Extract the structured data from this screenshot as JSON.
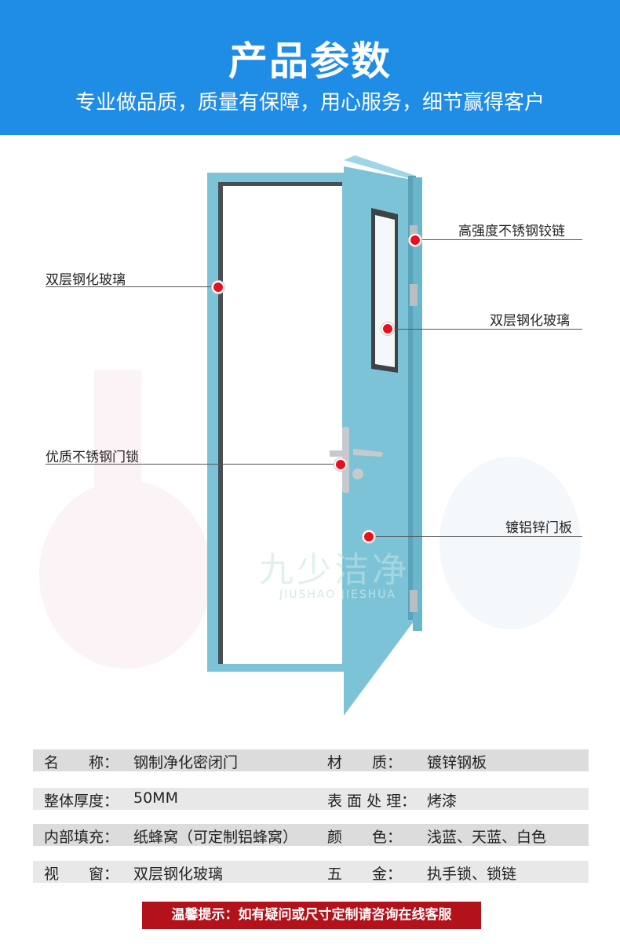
{
  "header": {
    "title": "产品参数",
    "subtitle": "专业做品质，质量有保障，用心服务，细节赢得客户"
  },
  "callouts": {
    "hinge": "高强度不锈钢铰链",
    "frame_glass": "双层钢化玻璃",
    "window_glass": "双层钢化玻璃",
    "lock": "优质不锈钢门锁",
    "panel": "镀铝锌门板"
  },
  "watermark": {
    "brand": "九少洁净",
    "brand_latin": "JIUSHAO JIESHUA"
  },
  "specs": [
    {
      "label1": "名　　称：",
      "value1": "钢制净化密闭门",
      "label2": "材　　质：",
      "value2": "镀锌钢板"
    },
    {
      "label1": "整体厚度：",
      "value1": "50MM",
      "label2": "表 面 处 理：",
      "value2": "烤漆"
    },
    {
      "label1": "内部填充：",
      "value1": "纸蜂窝（可定制铝蜂窝）",
      "label2": "颜　　色：",
      "value2": "浅蓝、天蓝、白色"
    },
    {
      "label1": "视　　窗：",
      "value1": "双层钢化玻璃",
      "label2": "五　　金：",
      "value2": "执手锁、锁链"
    }
  ],
  "notice": "温馨提示：如有疑问或尺寸定制请咨询在线客服",
  "colors": {
    "header_bg": "#1f8ce6",
    "door": "#7dc3d8",
    "dot": "#e8101e",
    "notice_bg": "#b3121b"
  }
}
